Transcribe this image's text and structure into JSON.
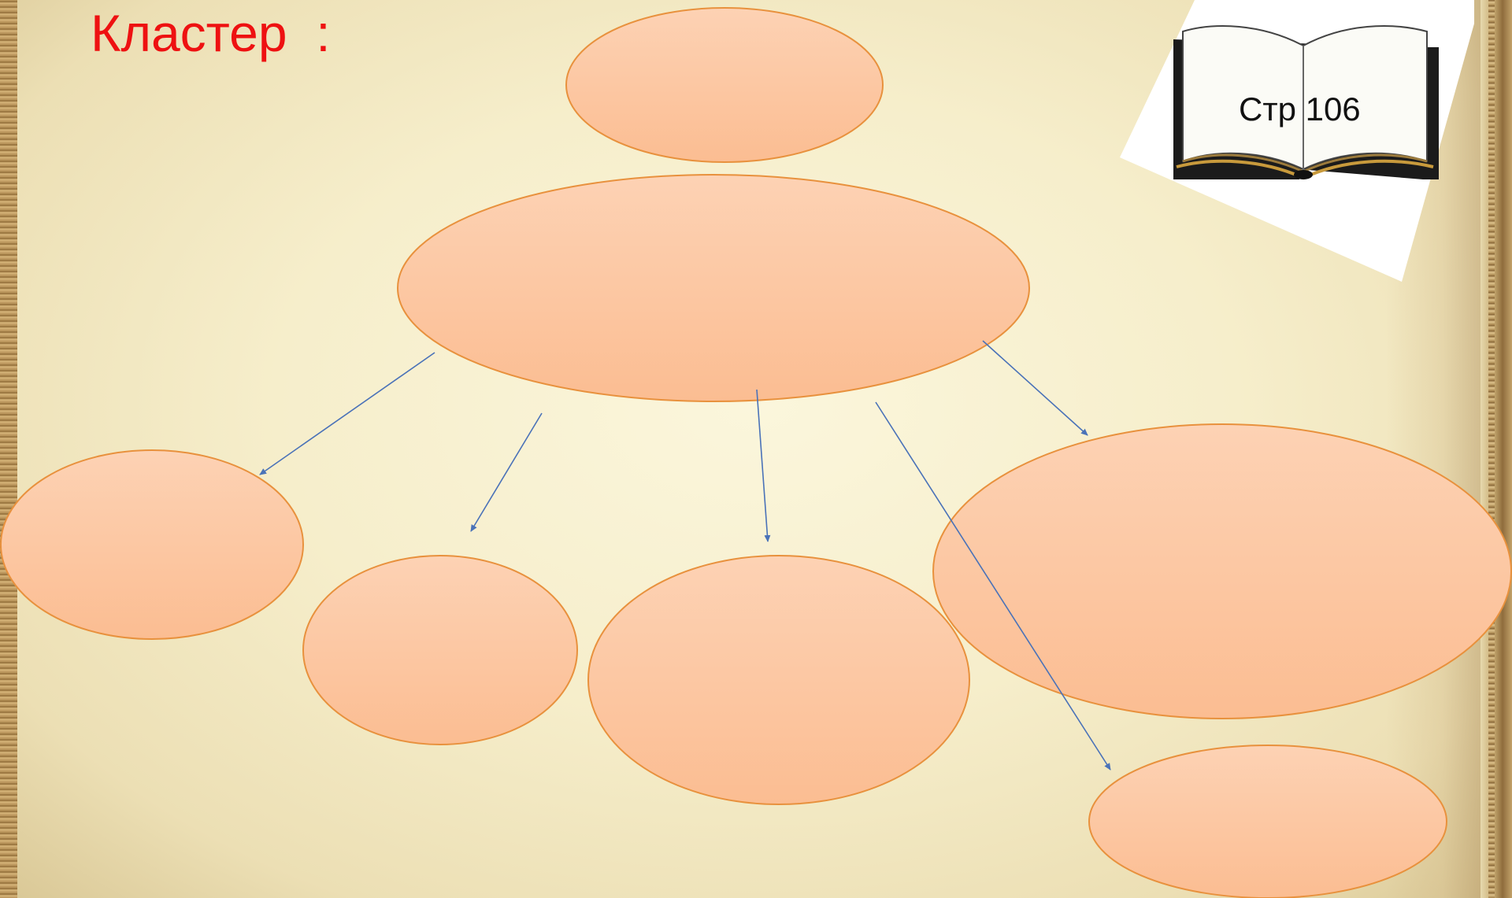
{
  "slide": {
    "title": "Кластер  :",
    "page_reference": "Стр 106"
  },
  "colors": {
    "title": "#ee1111",
    "node_fill": "#fcc09a",
    "node_stroke": "#e8913d",
    "connector": "#4a72b8"
  },
  "diagram": {
    "type": "cluster",
    "nodes": [
      {
        "id": "top",
        "label": ""
      },
      {
        "id": "center",
        "label": ""
      },
      {
        "id": "left",
        "label": ""
      },
      {
        "id": "center-left",
        "label": ""
      },
      {
        "id": "center-bottom",
        "label": ""
      },
      {
        "id": "right-large",
        "label": ""
      },
      {
        "id": "bottom-right",
        "label": ""
      }
    ],
    "edges": [
      {
        "from": "center",
        "to": "left"
      },
      {
        "from": "center",
        "to": "center-left"
      },
      {
        "from": "center",
        "to": "center-bottom"
      },
      {
        "from": "center",
        "to": "right-large"
      },
      {
        "from": "center",
        "to": "bottom-right"
      }
    ]
  },
  "icons": {
    "book": "open-book-icon"
  }
}
